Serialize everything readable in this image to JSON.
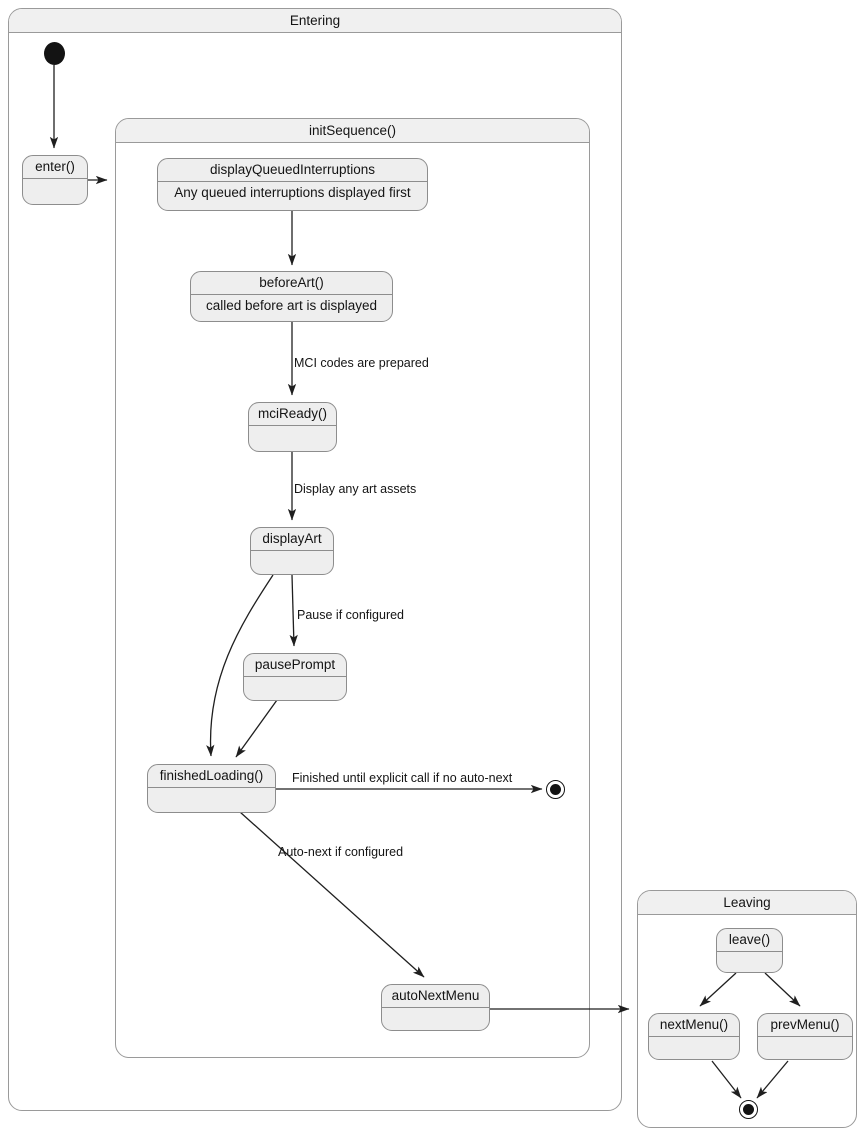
{
  "diagram": {
    "type": "uml-state-machine",
    "title_visible": false
  },
  "composites": {
    "entering": {
      "label": "Entering"
    },
    "init_sequence": {
      "label": "initSequence()"
    },
    "leaving": {
      "label": "Leaving"
    }
  },
  "states": {
    "enter": {
      "name": "enter()",
      "body": ""
    },
    "display_queued_interruptions": {
      "name": "displayQueuedInterruptions",
      "body": "Any queued interruptions displayed first"
    },
    "before_art": {
      "name": "beforeArt()",
      "body": "called before art is displayed"
    },
    "mci_ready": {
      "name": "mciReady()",
      "body": ""
    },
    "display_art": {
      "name": "displayArt",
      "body": ""
    },
    "pause_prompt": {
      "name": "pausePrompt",
      "body": ""
    },
    "finished_loading": {
      "name": "finishedLoading()",
      "body": ""
    },
    "auto_next_menu": {
      "name": "autoNextMenu",
      "body": ""
    },
    "leave": {
      "name": "leave()",
      "body": ""
    },
    "next_menu": {
      "name": "nextMenu()",
      "body": ""
    },
    "prev_menu": {
      "name": "prevMenu()",
      "body": ""
    }
  },
  "transitions": [
    {
      "id": "initial-to-enter",
      "from": "initial",
      "to": "enter",
      "label": ""
    },
    {
      "id": "enter-to-initsequence",
      "from": "enter",
      "to": "initSequence()",
      "label": ""
    },
    {
      "id": "dqi-to-beforeart",
      "from": "displayQueuedInterruptions",
      "to": "beforeArt()",
      "label": ""
    },
    {
      "id": "beforeart-to-mciready",
      "from": "beforeArt()",
      "to": "mciReady()",
      "label": "MCI codes are prepared"
    },
    {
      "id": "mciready-to-displayart",
      "from": "mciReady()",
      "to": "displayArt",
      "label": "Display any art assets"
    },
    {
      "id": "displayart-to-pauseprompt",
      "from": "displayArt",
      "to": "pausePrompt",
      "label": "Pause if configured"
    },
    {
      "id": "displayart-to-finishedloading",
      "from": "displayArt",
      "to": "finishedLoading()",
      "label": ""
    },
    {
      "id": "pauseprompt-to-finishedloading",
      "from": "pausePrompt",
      "to": "finishedLoading()",
      "label": ""
    },
    {
      "id": "finishedloading-to-final",
      "from": "finishedLoading()",
      "to": "final",
      "label": "Finished until explicit call if no auto-next"
    },
    {
      "id": "finishedloading-to-autonextmenu",
      "from": "finishedLoading()",
      "to": "autoNextMenu",
      "label": "Auto-next if configured"
    },
    {
      "id": "autonextmenu-to-leaving",
      "from": "autoNextMenu",
      "to": "Leaving",
      "label": ""
    },
    {
      "id": "leave-to-nextmenu",
      "from": "leave()",
      "to": "nextMenu()",
      "label": ""
    },
    {
      "id": "leave-to-prevmenu",
      "from": "leave()",
      "to": "prevMenu()",
      "label": ""
    },
    {
      "id": "nextmenu-to-final",
      "from": "nextMenu()",
      "to": "final",
      "label": ""
    },
    {
      "id": "prevmenu-to-final",
      "from": "prevMenu()",
      "to": "final",
      "label": ""
    }
  ],
  "edge_labels": {
    "mci_codes": "MCI codes are prepared",
    "display_art_assets": "Display any art assets",
    "pause_if_configured": "Pause if configured",
    "finished_until_explicit": "Finished until explicit call if no auto-next",
    "auto_next_if_configured": "Auto-next if configured"
  },
  "colors": {
    "state_fill": "#eeeeee",
    "state_border": "#8d8d8d",
    "composite_title_fill": "#f0f0f0",
    "composite_border": "#9a9a9a",
    "background": "#ffffff",
    "edge_stroke": "#1f1f1f",
    "text": "#141414"
  }
}
